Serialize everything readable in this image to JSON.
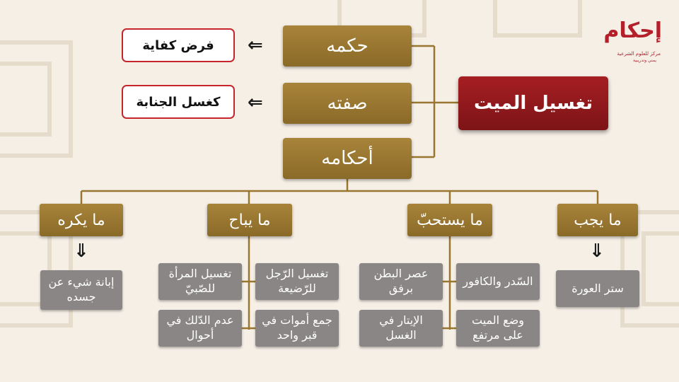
{
  "logo": {
    "title": "إحكام",
    "subtitle": "مركز للعلوم الشرعية",
    "tagline": "يمني وتدريبية"
  },
  "root": {
    "label": "تغسيل الميت"
  },
  "branches": [
    {
      "label": "حكمه",
      "note": "فرض كفاية"
    },
    {
      "label": "صفته",
      "note": "كغسل الجنابة"
    },
    {
      "label": "أحكامه"
    }
  ],
  "categories": [
    {
      "label": "ما يجب",
      "items": [
        "ستر العورة"
      ]
    },
    {
      "label": "ما يستحبّ",
      "items": [
        "السّدر والكافور",
        "عصر البطن برفق",
        "وضع الميت على مرتفع",
        "الإيتار في الغسل"
      ]
    },
    {
      "label": "ما يباح",
      "items": [
        "تغسيل الرّجل للرّضيعة",
        "تغسيل المرأة للصّبيّ",
        "جمع أموات في قبر واحد",
        "عدم الدّلك في أحوال"
      ]
    },
    {
      "label": "ما يكره",
      "items": [
        "إبانة شيء عن جسده"
      ]
    }
  ],
  "symbols": {
    "left_arrow": "⇐",
    "down_arrow": "⇓"
  },
  "colors": {
    "gold": "#9a7730",
    "red": "#921a1d",
    "grey": "#8a8686",
    "line": "#9a7730",
    "background": "#f5efe6"
  }
}
